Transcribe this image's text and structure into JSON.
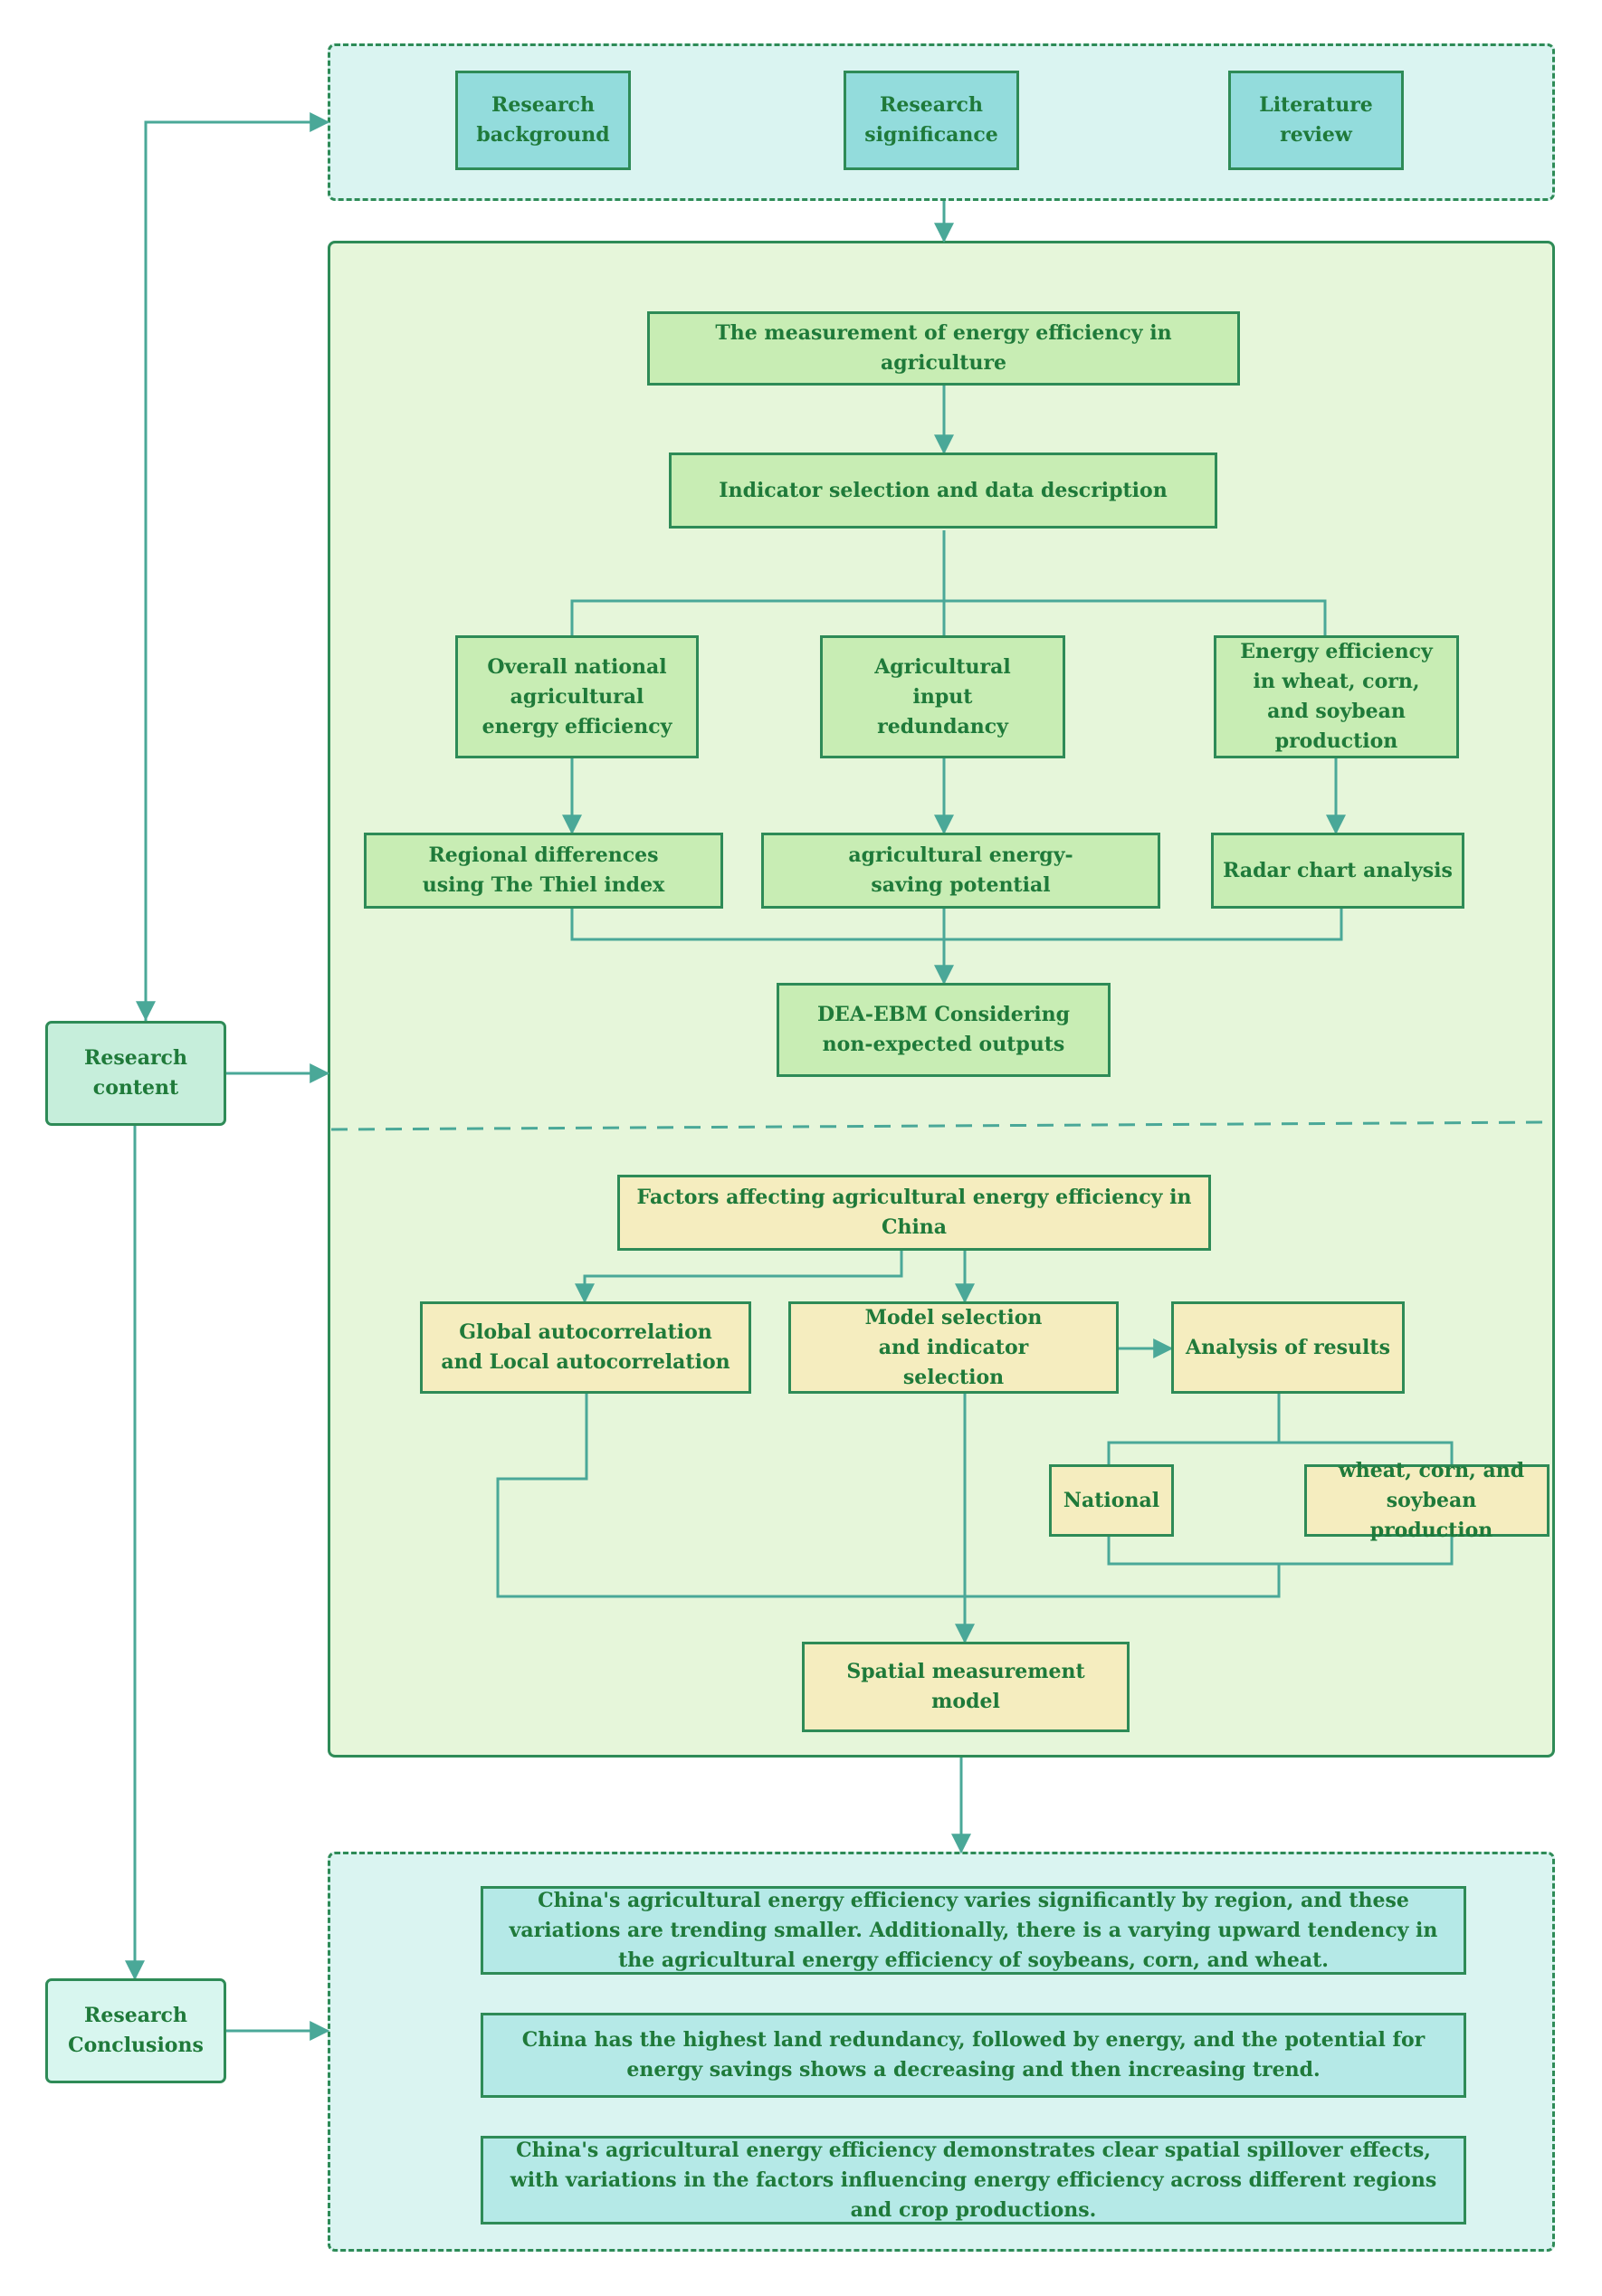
{
  "colors": {
    "connector": "#4aa898",
    "border": "#2e8b57",
    "text": "#1f7a3a",
    "teal_fill": "#93dcdc",
    "green_fill": "#c8edb4",
    "yellow_fill": "#f5edbf",
    "region_teal": "#daf4f1",
    "region_green": "#e6f6da"
  },
  "side": {
    "content": "Research content",
    "conclusions": "Research Conclusions"
  },
  "top": {
    "background": "Research background",
    "significance": "Research significance",
    "literature": "Literature review"
  },
  "content": {
    "measurement": "The measurement of energy efficiency in agriculture",
    "indicator": "Indicator selection and data description",
    "overall": "Overall national agricultural energy efficiency",
    "redundancy": "Agricultural input redundancy",
    "crops": "Energy efficiency in wheat, corn, and soybean production",
    "thiel": "Regional differences using The Thiel index",
    "saving": "agricultural energy-saving potential",
    "radar": "Radar chart analysis",
    "dea": "DEA-EBM Considering non-expected outputs",
    "factors": "Factors affecting agricultural energy efficiency in China",
    "autocorr": "Global autocorrelation and Local autocorrelation",
    "model": "Model selection and indicator selection",
    "analysis": "Analysis of results",
    "national": "National",
    "wcs": "wheat, corn, and soybean production",
    "spatial": "Spatial measurement model"
  },
  "conclusions": {
    "c1": "China's agricultural energy efficiency varies significantly by region, and these variations are trending smaller. Additionally, there is a varying upward tendency in the agricultural energy efficiency of soybeans, corn, and wheat.",
    "c2": "China has the highest land redundancy, followed by energy, and the potential for energy savings shows a decreasing and then increasing trend.",
    "c3": "China's agricultural energy efficiency demonstrates clear spatial spillover effects, with variations in the factors influencing energy efficiency across different regions and crop productions."
  }
}
